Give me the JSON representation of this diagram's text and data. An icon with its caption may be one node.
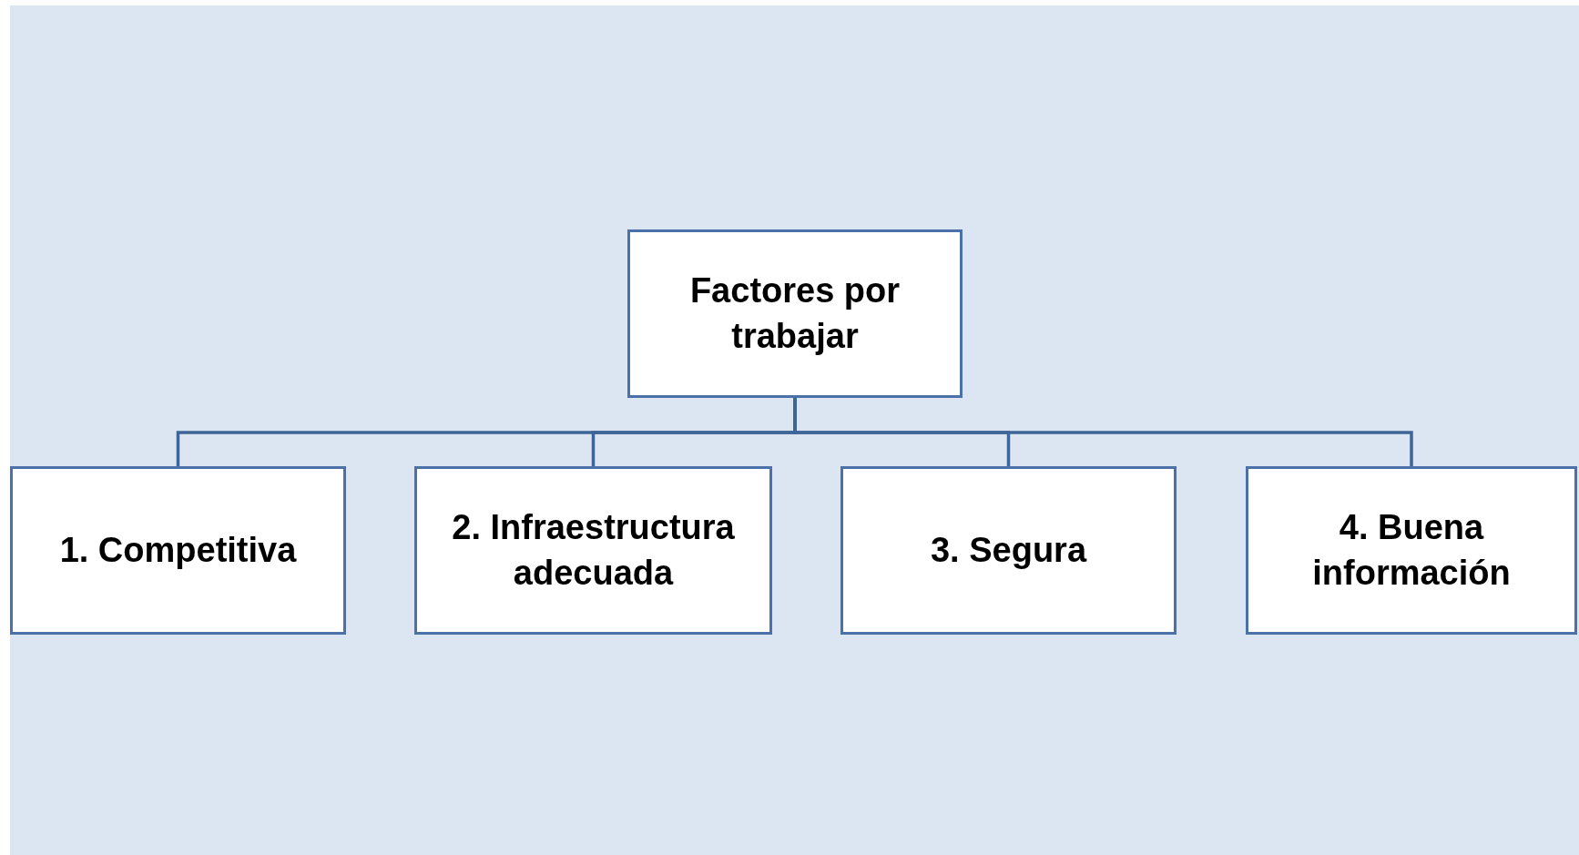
{
  "diagram": {
    "nodes": [
      {
        "text": [
          "Factores por trabajar"
        ]
      },
      {
        "text": [
          "1. Competitiva"
        ]
      },
      {
        "text": [
          "2. Infraestructura adecuada"
        ]
      },
      {
        "text": [
          "3. Segura"
        ]
      },
      {
        "text": [
          "4. Buena información"
        ]
      }
    ],
    "edges": [
      {
        "from": 0,
        "to": 1,
        "arrow": "none"
      },
      {
        "from": 0,
        "to": 2,
        "arrow": "none"
      },
      {
        "from": 0,
        "to": 3,
        "arrow": "none"
      },
      {
        "from": 0,
        "to": 4,
        "arrow": "none"
      }
    ]
  }
}
